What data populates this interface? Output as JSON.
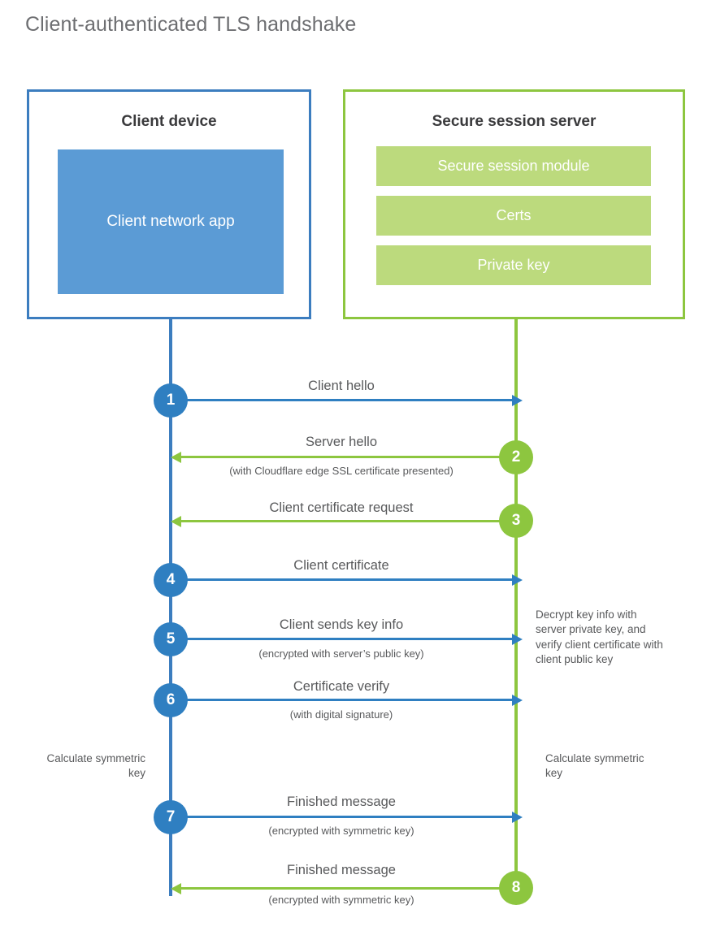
{
  "title": "Client-authenticated TLS handshake",
  "colors": {
    "blue_border": "#3c7dbf",
    "blue_fill": "#5b9bd5",
    "blue_accent": "#2f7fc1",
    "green_border": "#8dc63f",
    "green_fill": "#bcda7d",
    "text": "#58595b",
    "heading": "#3a3a3c"
  },
  "actors": {
    "client": {
      "title": "Client device",
      "app_label": "Client network app"
    },
    "server": {
      "title": "Secure session server",
      "items": [
        {
          "label": "Secure session module"
        },
        {
          "label": "Certs"
        },
        {
          "label": "Private key"
        }
      ]
    }
  },
  "messages": [
    {
      "step": "1",
      "label": "Client hello",
      "sublabel": "",
      "direction": "client-to-server",
      "color": "blue"
    },
    {
      "step": "2",
      "label": "Server hello",
      "sublabel": "(with Cloudflare edge SSL certificate presented)",
      "direction": "server-to-client",
      "color": "green"
    },
    {
      "step": "3",
      "label": "Client certificate request",
      "sublabel": "",
      "direction": "server-to-client",
      "color": "green"
    },
    {
      "step": "4",
      "label": "Client certificate",
      "sublabel": "",
      "direction": "client-to-server",
      "color": "blue"
    },
    {
      "step": "5",
      "label": "Client sends key info",
      "sublabel": "(encrypted with server’s public key)",
      "direction": "client-to-server",
      "color": "blue"
    },
    {
      "step": "6",
      "label": "Certificate verify",
      "sublabel": "(with digital signature)",
      "direction": "client-to-server",
      "color": "blue"
    },
    {
      "step": "7",
      "label": "Finished message",
      "sublabel": "(encrypted with symmetric key)",
      "direction": "client-to-server",
      "color": "blue"
    },
    {
      "step": "8",
      "label": "Finished message",
      "sublabel": "(encrypted with symmetric key)",
      "direction": "server-to-client",
      "color": "green"
    }
  ],
  "notes": {
    "server_decrypt": "Decrypt key info with server private key, and verify client certificate with client public key",
    "client_calculate": "Calculate symmetric key",
    "server_calculate": "Calculate symmetric key"
  }
}
